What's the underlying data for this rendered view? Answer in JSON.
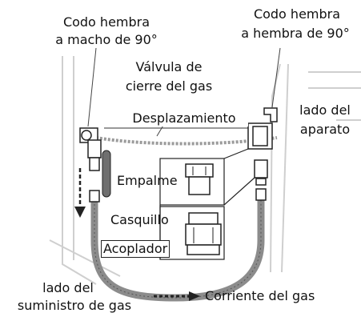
{
  "labels": {
    "elbow_female_male_1": "Codo hembra",
    "elbow_female_male_2": "a macho de 90°",
    "elbow_female_female_1": "Codo hembra",
    "elbow_female_female_2": "a hembra de 90°",
    "shutoff_valve_1": "Válvula de",
    "shutoff_valve_2": "cierre del gas",
    "displacement": "Desplazamiento",
    "appliance_side_1": "lado del",
    "appliance_side_2": "aparato",
    "fitting": "Empalme",
    "sleeve": "Casquillo",
    "coupler": "Acoplador",
    "supply_side_1": "lado del",
    "supply_side_2": "suministro de gas",
    "gas_flow": "Corriente del gas"
  },
  "colors": {
    "line": "#222222",
    "hose": "#8c8c8c",
    "wall": "#d9d9d9",
    "valve_handle": "#6f6f6f",
    "background": "#ffffff"
  }
}
